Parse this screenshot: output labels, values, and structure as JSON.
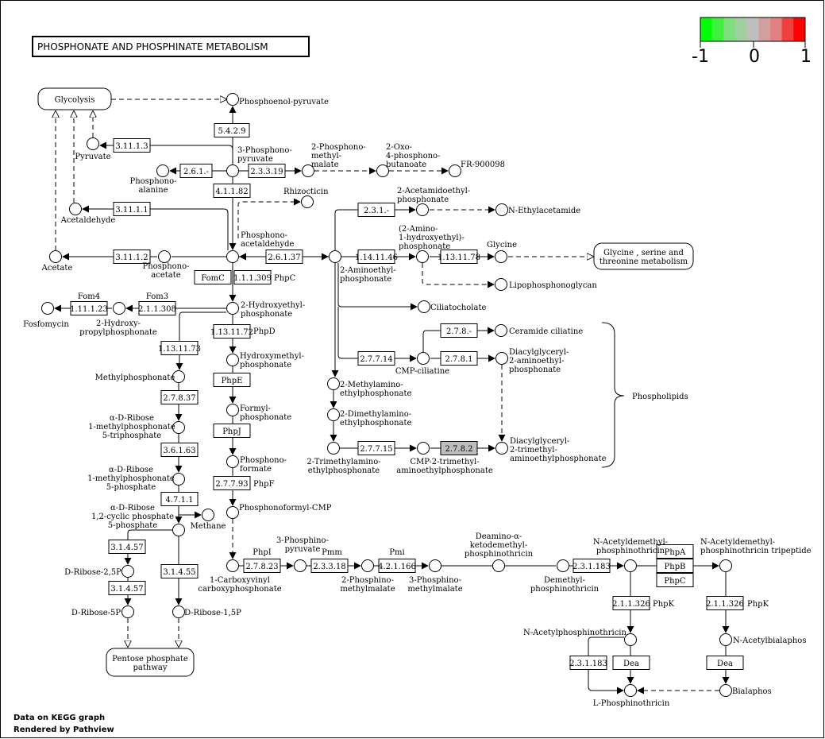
{
  "title": "PHOSPHONATE AND PHOSPHINATE METABOLISM",
  "legend": {
    "labels": [
      "-1",
      "0",
      "1"
    ],
    "colors": [
      "#00ff00",
      "#40f040",
      "#80e080",
      "#a0d0a0",
      "#bebebe",
      "#d0a0a0",
      "#e08080",
      "#f04040",
      "#ff0000"
    ]
  },
  "footer": [
    "Data on KEGG graph",
    "Rendered by Pathview"
  ],
  "colors": {
    "highlight": "#bebebe"
  },
  "maps": [
    {
      "id": "glycolysis",
      "lines": [
        "Glycolysis"
      ]
    },
    {
      "id": "glycine-serine",
      "lines": [
        "Glycine , serine and",
        "threonine metabolism"
      ]
    },
    {
      "id": "pentose",
      "lines": [
        "Pentose phosphate",
        "pathway"
      ]
    }
  ],
  "enzymes": [
    {
      "id": "e5429",
      "label": "5.4.2.9"
    },
    {
      "id": "e311131",
      "label": "3.11.1.3"
    },
    {
      "id": "e261",
      "label": "2.6.1.-"
    },
    {
      "id": "e23319",
      "label": "2.3.3.19"
    },
    {
      "id": "e41182",
      "label": "4.1.1.82"
    },
    {
      "id": "e311111",
      "label": "3.11.1.1"
    },
    {
      "id": "e311121",
      "label": "3.11.1.2"
    },
    {
      "id": "e26137",
      "label": "2.6.1.37"
    },
    {
      "id": "fomc",
      "label": "FomC"
    },
    {
      "id": "e111309",
      "label": "1.1.1.309"
    },
    {
      "id": "e231",
      "label": "2.3.1.-"
    },
    {
      "id": "e1141146",
      "label": "1.14.11.46"
    },
    {
      "id": "e1131178",
      "label": "1.13.11.78"
    },
    {
      "id": "e111123",
      "label": "1.11.1.23"
    },
    {
      "id": "e211308",
      "label": "2.1.1.308"
    },
    {
      "id": "e1131172",
      "label": "1.13.11.72"
    },
    {
      "id": "e1131173",
      "label": "1.13.11.73"
    },
    {
      "id": "phpe",
      "label": "PhpE"
    },
    {
      "id": "e278a",
      "label": "2.7.8.-"
    },
    {
      "id": "e27714",
      "label": "2.7.7.14"
    },
    {
      "id": "e2781",
      "label": "2.7.8.1"
    },
    {
      "id": "e27837",
      "label": "2.7.8.37"
    },
    {
      "id": "phpj",
      "label": "PhpJ"
    },
    {
      "id": "e36163",
      "label": "3.6.1.63"
    },
    {
      "id": "e27715",
      "label": "2.7.7.15"
    },
    {
      "id": "e2782",
      "label": "2.7.8.2"
    },
    {
      "id": "e27793",
      "label": "2.7.7.93"
    },
    {
      "id": "e4711",
      "label": "4.7.1.1"
    },
    {
      "id": "e31457a",
      "label": "3.1.4.57"
    },
    {
      "id": "e31455",
      "label": "3.1.4.55"
    },
    {
      "id": "e31457b",
      "label": "3.1.4.57"
    },
    {
      "id": "e27823",
      "label": "2.7.8.23"
    },
    {
      "id": "e23318",
      "label": "2.3.3.18"
    },
    {
      "id": "e421166",
      "label": "4.2.1.166"
    },
    {
      "id": "e231183a",
      "label": "2.3.1.183"
    },
    {
      "id": "phpa",
      "label": "PhpA"
    },
    {
      "id": "phpb",
      "label": "PhpB"
    },
    {
      "id": "phpc",
      "label": "PhpC"
    },
    {
      "id": "e211326a",
      "label": "2.1.1.326"
    },
    {
      "id": "e211326b",
      "label": "2.1.1.326"
    },
    {
      "id": "e231183b",
      "label": "2.3.1.183"
    },
    {
      "id": "deaa",
      "label": "Dea"
    },
    {
      "id": "deab",
      "label": "Dea"
    }
  ],
  "compounds": [
    {
      "id": "pep",
      "lines": [
        "Phosphoenol-pyruvate"
      ]
    },
    {
      "id": "pyruvate",
      "lines": [
        "Pyruvate"
      ]
    },
    {
      "id": "pnpyr",
      "lines": [
        "3-Phosphono-",
        "pyruvate"
      ]
    },
    {
      "id": "pmm",
      "lines": [
        "2-Phosphono-",
        "methyl-",
        "malate"
      ]
    },
    {
      "id": "oxo",
      "lines": [
        "2-Oxo-",
        "4-phosphono-",
        "butanoate"
      ]
    },
    {
      "id": "fr",
      "lines": [
        "FR-900098"
      ]
    },
    {
      "id": "pala",
      "lines": [
        "Phosphono-",
        "alanine"
      ]
    },
    {
      "id": "rhiz",
      "lines": [
        "Rhizocticin"
      ]
    },
    {
      "id": "acald",
      "lines": [
        "Acetaldehyde"
      ]
    },
    {
      "id": "acetate",
      "lines": [
        "Acetate"
      ]
    },
    {
      "id": "pacetate",
      "lines": [
        "Phosphono-",
        "acetate"
      ]
    },
    {
      "id": "pacald",
      "lines": [
        "Phosphono-",
        "acetaldehyde"
      ]
    },
    {
      "id": "aep",
      "lines": [
        "2-Aminoethyl-",
        "phosphonate"
      ]
    },
    {
      "id": "acetamido",
      "lines": [
        "2-Acetamidoethyl-",
        "phosphonate"
      ]
    },
    {
      "id": "nethyl",
      "lines": [
        "N-Ethylacetamide"
      ]
    },
    {
      "id": "ahep",
      "lines": [
        "(2-Amino-",
        "1-hydroxyethyl)-",
        "phosphonate"
      ]
    },
    {
      "id": "glycine",
      "lines": [
        "Glycine"
      ]
    },
    {
      "id": "lpg",
      "lines": [
        "Lipophosphonoglycan"
      ]
    },
    {
      "id": "fosfomycin",
      "lines": [
        "Fosfomycin"
      ]
    },
    {
      "id": "hpp",
      "lines": [
        "2-Hydroxy-",
        "propylphosphonate"
      ]
    },
    {
      "id": "hep",
      "lines": [
        "2-Hydroxyethyl-",
        "phosphonate"
      ]
    },
    {
      "id": "cilia",
      "lines": [
        "Ciliatocholate"
      ]
    },
    {
      "id": "hmp",
      "lines": [
        "Hydroxymethyl-",
        "phosphonate"
      ]
    },
    {
      "id": "ceramide",
      "lines": [
        "Ceramide ciliatine"
      ]
    },
    {
      "id": "methylp",
      "lines": [
        "Methylphosphonate"
      ]
    },
    {
      "id": "cmpcil",
      "lines": [
        "CMP-ciliatine"
      ]
    },
    {
      "id": "dagaep",
      "lines": [
        "Diacylglyceryl-",
        "2-aminoethyl-",
        "phosphonate"
      ]
    },
    {
      "id": "mae",
      "lines": [
        "2-Methylamino-",
        "ethylphosphonate"
      ]
    },
    {
      "id": "fp",
      "lines": [
        "Formyl-",
        "phosphonate"
      ]
    },
    {
      "id": "dmae",
      "lines": [
        "2-Dimethylamino-",
        "ethylphosphonate"
      ]
    },
    {
      "id": "ribtp",
      "lines": [
        "α-D-Ribose",
        "1-methylphosphonate",
        "5-triphosphate"
      ]
    },
    {
      "id": "tmae",
      "lines": [
        "2-Trimethylamino-",
        "ethylphosphonate"
      ]
    },
    {
      "id": "cmptm",
      "lines": [
        "CMP-2-trimethyl-",
        "aminoethylphosphonate"
      ]
    },
    {
      "id": "dagtm",
      "lines": [
        "Diacylglyceryl-",
        "2-trimethyl-",
        "aminoethylphosphonate"
      ]
    },
    {
      "id": "pformate",
      "lines": [
        "Phosphono-",
        "formate"
      ]
    },
    {
      "id": "ribp",
      "lines": [
        "α-D-Ribose",
        "1-methylphosphonate",
        "5-phosphate"
      ]
    },
    {
      "id": "pfcmp",
      "lines": [
        "Phosphonoformyl-CMP"
      ]
    },
    {
      "id": "ribcyc",
      "lines": [
        "α-D-Ribose",
        "1,2-cyclic phosphate",
        "5-phosphate"
      ]
    },
    {
      "id": "methane",
      "lines": [
        "Methane"
      ]
    },
    {
      "id": "deam",
      "lines": [
        "Deamino-α-",
        "ketodemethyl-",
        "phosphinothricin"
      ]
    },
    {
      "id": "nadp",
      "lines": [
        "N-Acetyldemethyl-",
        "phosphinothricin"
      ]
    },
    {
      "id": "nadpt",
      "lines": [
        "N-Acetyldemethyl-",
        "phosphinothricin tripeptide"
      ]
    },
    {
      "id": "dr25p",
      "lines": [
        "D-Ribose-2,5P"
      ]
    },
    {
      "id": "cvp",
      "lines": [
        "1-Carboxyvinyl",
        "carboxyphosphonate"
      ]
    },
    {
      "id": "ppyr",
      "lines": [
        "3-Phosphino-",
        "pyruvate"
      ]
    },
    {
      "id": "ppmm",
      "lines": [
        "2-Phosphino-",
        "methylmalate"
      ]
    },
    {
      "id": "ppma",
      "lines": [
        "3-Phosphino-",
        "methylmalate"
      ]
    },
    {
      "id": "dmpt",
      "lines": [
        "Demethyl-",
        "phosphinothricin"
      ]
    },
    {
      "id": "dr5p",
      "lines": [
        "D-Ribose-5P"
      ]
    },
    {
      "id": "dr15p",
      "lines": [
        "D-Ribose-1,5P"
      ]
    },
    {
      "id": "napt",
      "lines": [
        "N-Acetylphosphinothricin"
      ]
    },
    {
      "id": "nab",
      "lines": [
        "N-Acetylbialaphos"
      ]
    },
    {
      "id": "lpt",
      "lines": [
        "L-Phosphinothricin"
      ]
    },
    {
      "id": "bialaphos",
      "lines": [
        "Bialaphos"
      ]
    }
  ],
  "gene_labels": [
    {
      "id": "phpc",
      "text": "PhpC"
    },
    {
      "id": "fom4",
      "text": "Fom4"
    },
    {
      "id": "fom3",
      "text": "Fom3"
    },
    {
      "id": "phpd",
      "text": "PhpD"
    },
    {
      "id": "phpf",
      "text": "PhpF"
    },
    {
      "id": "phpi",
      "text": "PhpI"
    },
    {
      "id": "pmm",
      "text": "Pmm"
    },
    {
      "id": "pmi",
      "text": "Pmi"
    },
    {
      "id": "phpka",
      "text": "PhpK"
    },
    {
      "id": "phpkb",
      "text": "PhpK"
    }
  ],
  "group_label": "Phospholipids"
}
